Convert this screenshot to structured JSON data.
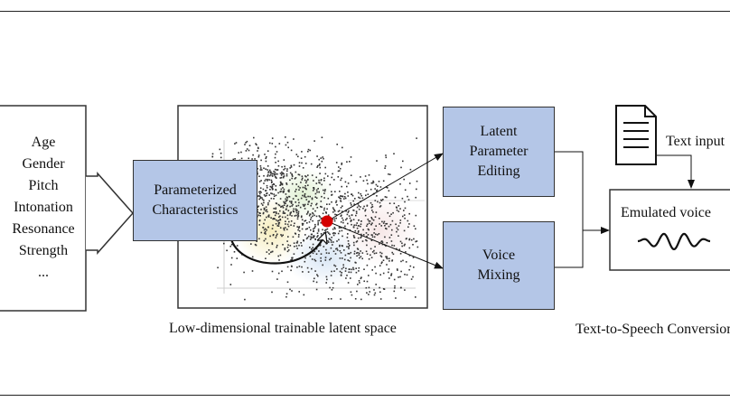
{
  "attributes_box": {
    "items": [
      "Age",
      "Gender",
      "Pitch",
      "Intonation",
      "Resonance",
      "Strength",
      "..."
    ]
  },
  "param_box": {
    "line1": "Parameterized",
    "line2": "Characteristics"
  },
  "latent_space": {
    "caption": "Low-dimensional trainable latent space"
  },
  "edit_box": {
    "line1": "Latent",
    "line2": "Parameter",
    "line3": "Editing"
  },
  "mix_box": {
    "line1": "Voice",
    "line2": "Mixing"
  },
  "tts": {
    "text_input_label": "Text input",
    "output_label": "Emulated voice",
    "caption": "Text-to-Speech Conversion"
  },
  "colors": {
    "box_fill": "#b4c6e7",
    "latent_point": "#d40000",
    "scatter": "#333333"
  },
  "icons": [
    "document-icon",
    "waveform-icon",
    "hollow-arrow-icon"
  ]
}
